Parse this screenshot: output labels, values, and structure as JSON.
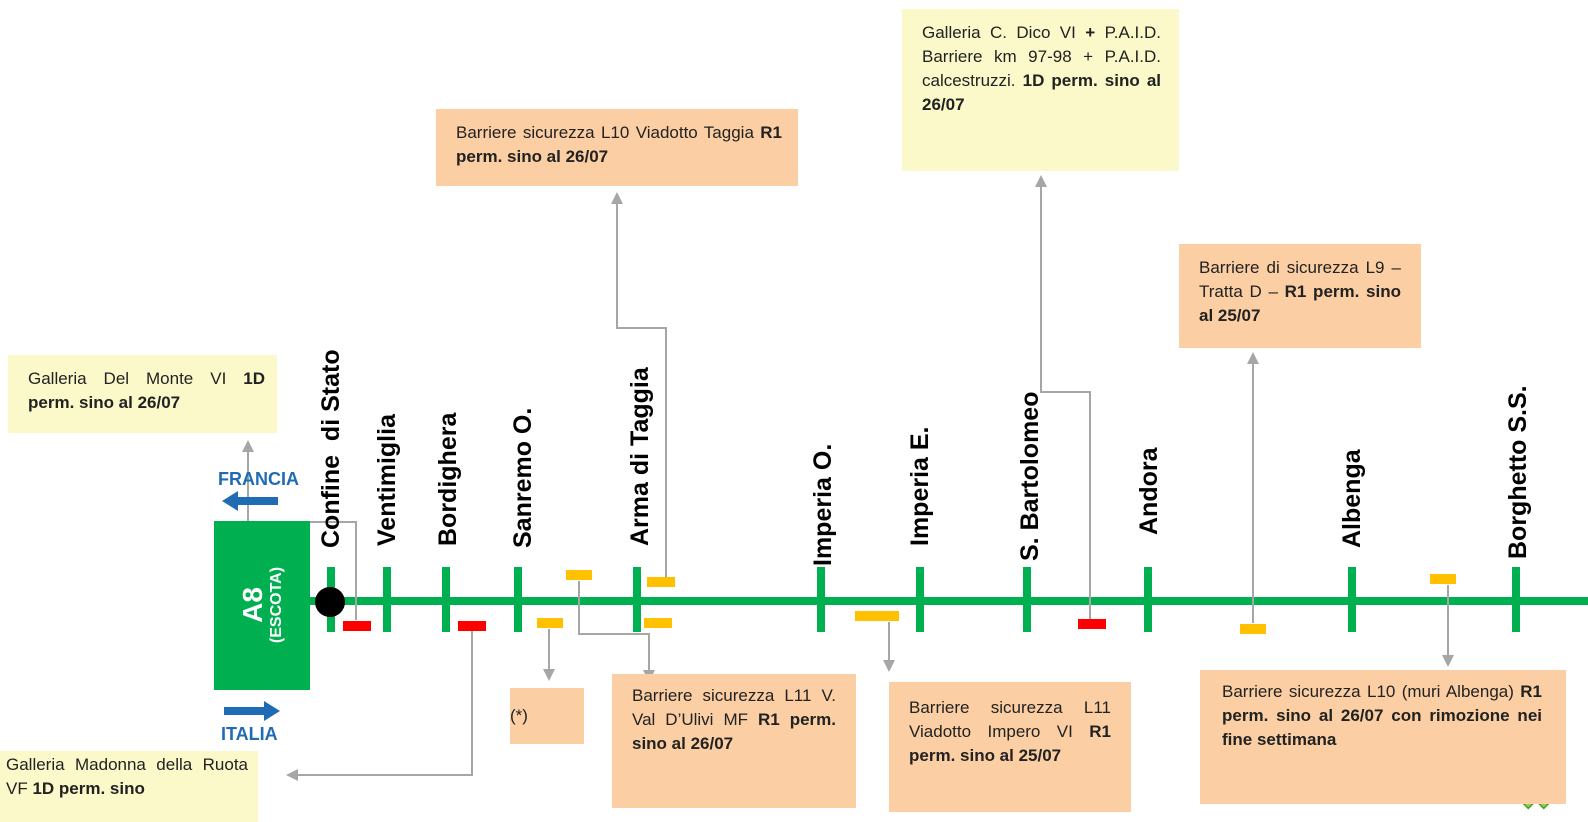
{
  "motorway": {
    "code": "A8",
    "direction": "(ESCOTA)",
    "direction_france": "FRANCIA",
    "direction_italia": "ITALIA"
  },
  "stations": [
    "Confine  di Stato",
    "Ventimiglia",
    "Bordighera",
    "Sanremo O.",
    "Arma di Taggia",
    "Imperia O.",
    "Imperia E.",
    "S. Bartolomeo",
    "Andora",
    "Albenga",
    "Borghetto S.S."
  ],
  "notes": {
    "del_monte": {
      "text": "Galleria Del Monte VI ",
      "bold": "1D perm. sino al 26/07"
    },
    "madonna_ruota": {
      "text": "Galleria Madonna della Ruota VF ",
      "bold": "1D perm. sino"
    },
    "taggia_l10": {
      "text": "Barriere sicurezza L10 Viadotto Taggia ",
      "bold": "R1 perm. sino al 26/07"
    },
    "val_ulivi": {
      "text": "Barriere sicurezza L11 V. Val D’Ulivi MF ",
      "bold": "R1 perm. sino al 26/07"
    },
    "asterisk": "(*)",
    "impero_l11": {
      "text": "Barriere sicurezza L11 Viadotto Impero VI ",
      "bold": "R1 perm. sino al 25/07"
    },
    "dico": {
      "text1": "Galleria C. Dico VI ",
      "plus": "+",
      "text2": " P.A.I.D. Barriere km 97-98 + P.A.I.D. calcestruzzi. ",
      "bold": "1D perm. sino al 26/07"
    },
    "tratta_d": {
      "text": "Barriere di sicurezza L9 – Tratta D – ",
      "bold": "R1 perm. sino al 25/07"
    },
    "albenga_l10": {
      "text": "Barriere sicurezza L10 (muri Albenga) ",
      "bold": "R1 perm. sino al 26/07 con rimozione nei fine settimana"
    }
  },
  "colors": {
    "line": "#00b050",
    "closure_red": "#ff0000",
    "closure_yellow": "#ffc000",
    "arrow_gray": "#a6a6a6",
    "direction_blue": "#1f6cb5",
    "peach_box": "#fbcfa3",
    "yellow_box": "#fbf9c9"
  },
  "icons": {
    "corner": "x-cross-icon",
    "start": "start-dot-icon"
  }
}
